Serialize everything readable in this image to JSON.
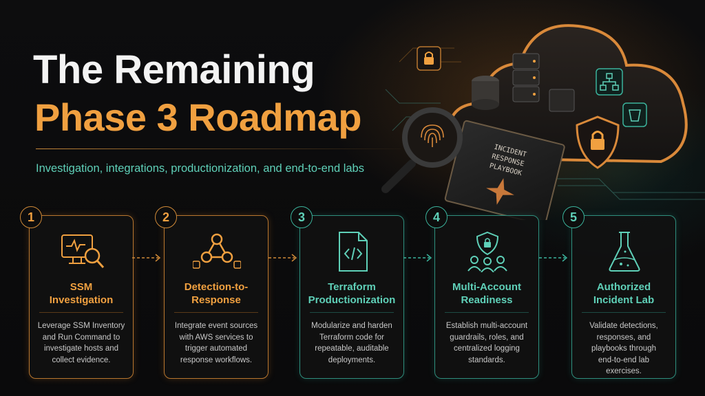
{
  "title": {
    "line1": "The Remaining",
    "line2": "Phase 3 Roadmap"
  },
  "subtitle": "Investigation, integrations, productionization, and end-to-end labs",
  "hero": {
    "book_text": [
      "INCIDENT",
      "RESPONSE",
      "PLAYBOOK"
    ],
    "icons": [
      "lock-icon",
      "server-icon",
      "network-icon",
      "bucket-icon",
      "shield-lock-icon",
      "fingerprint-magnifier-icon",
      "cloud-icon"
    ]
  },
  "colors": {
    "orange": "#f0a040",
    "teal": "#5fd0b8"
  },
  "steps": [
    {
      "number": "1",
      "title": [
        "SSM",
        "Investigation"
      ],
      "description": [
        "Leverage SSM Inventory",
        "and Run Command to",
        "investigate hosts and",
        "collect evidence."
      ],
      "icon": "monitor-magnifier-icon",
      "accent": "orange"
    },
    {
      "number": "2",
      "title": [
        "Detection-to-",
        "Response"
      ],
      "description": [
        "Integrate event sources",
        "with AWS services to",
        "trigger automated",
        "response workflows."
      ],
      "icon": "webhook-icon",
      "accent": "orange"
    },
    {
      "number": "3",
      "title": [
        "Terraform",
        "Productionization"
      ],
      "description": [
        "Modularize and harden",
        "Terraform code for",
        "repeatable, auditable",
        "deployments."
      ],
      "icon": "code-file-icon",
      "accent": "teal"
    },
    {
      "number": "4",
      "title": [
        "Multi-Account",
        "Readiness"
      ],
      "description": [
        "Establish multi-account",
        "guardrails, roles, and",
        "centralized logging",
        "standards."
      ],
      "icon": "shield-users-icon",
      "accent": "teal"
    },
    {
      "number": "5",
      "title": [
        "Authorized",
        "Incident Lab"
      ],
      "description": [
        "Validate detections,",
        "responses, and",
        "playbooks through",
        "end-to-end lab",
        "exercises."
      ],
      "icon": "flask-icon",
      "accent": "teal"
    }
  ]
}
